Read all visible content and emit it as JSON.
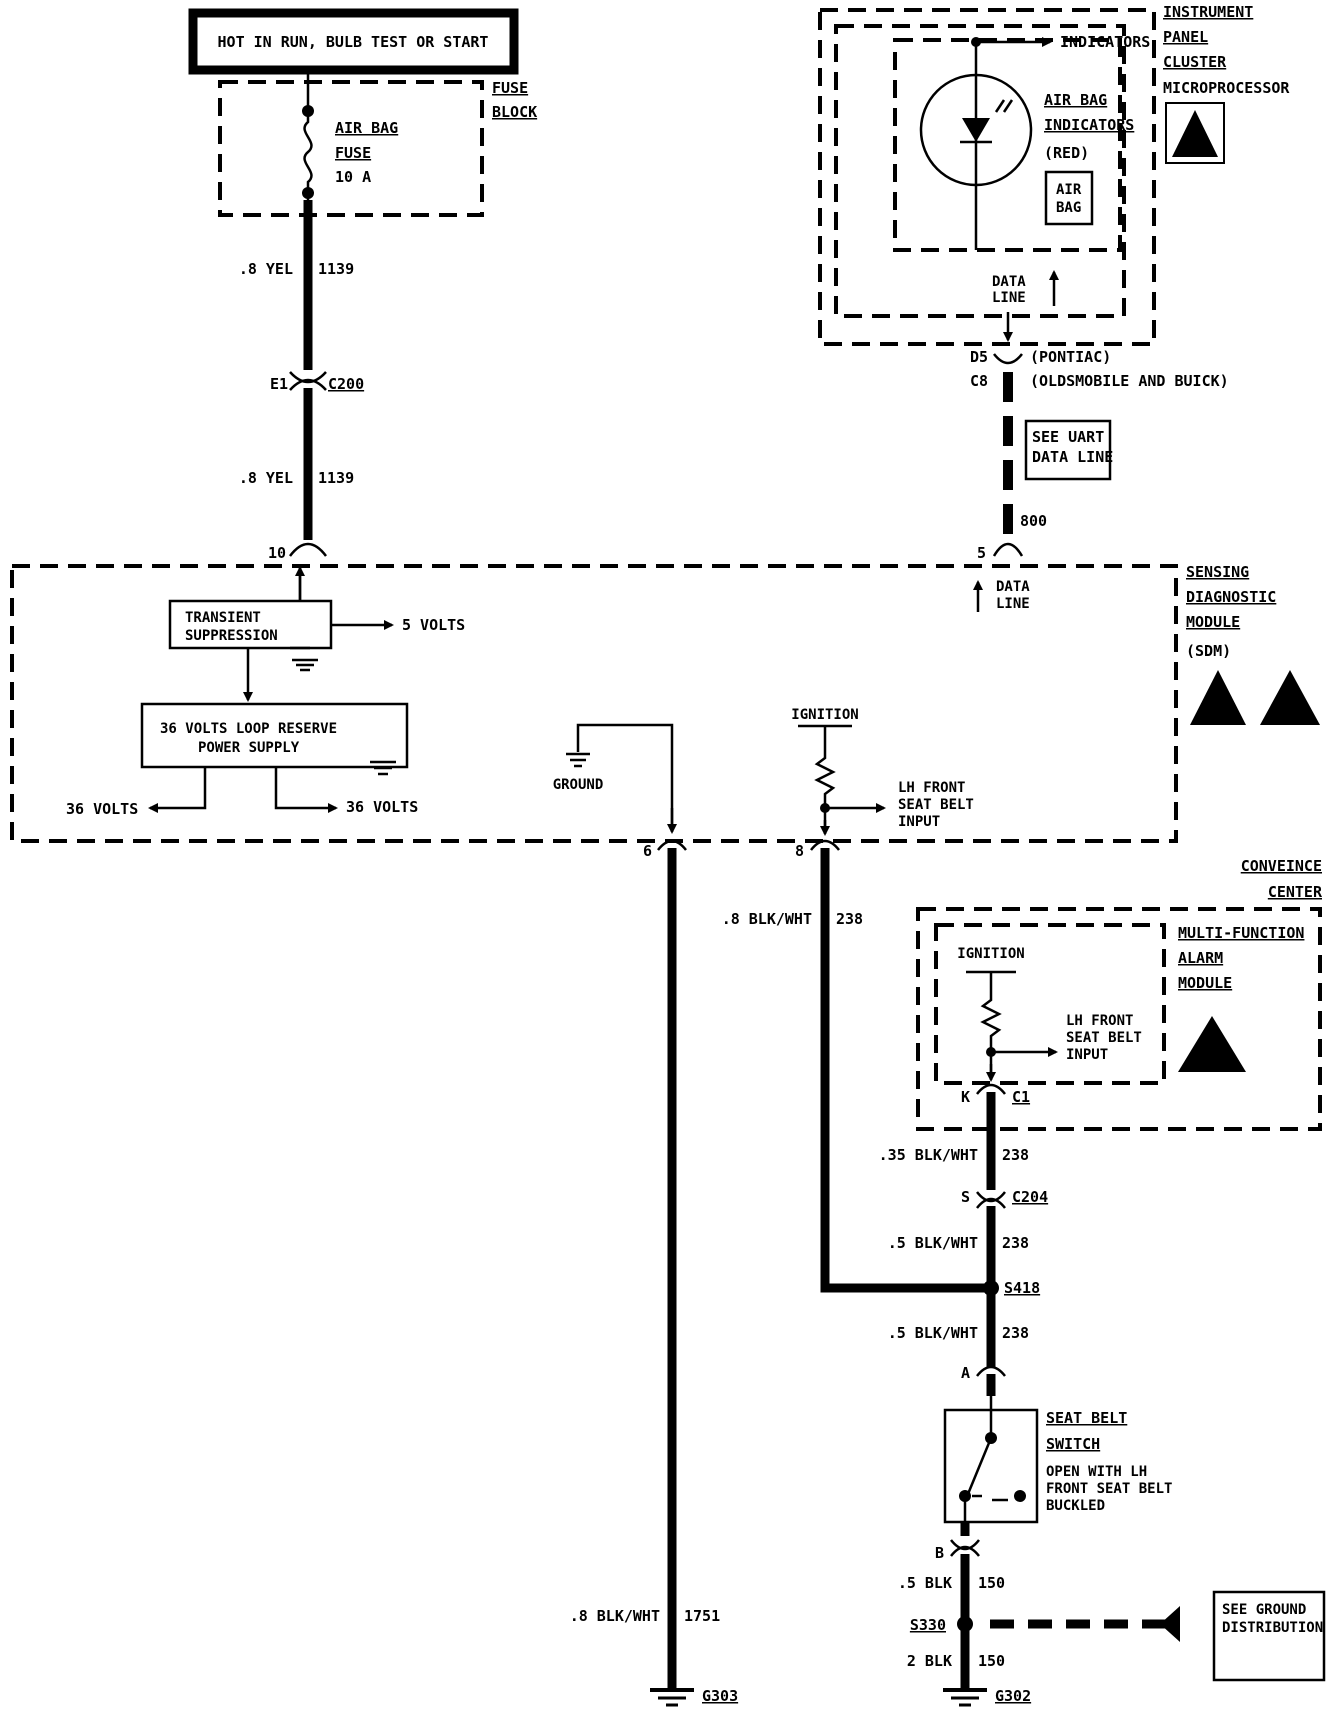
{
  "power": {
    "title": "HOT IN RUN, BULB TEST OR START"
  },
  "fuse_block": {
    "label_line1": "FUSE",
    "label_line2": "BLOCK",
    "fuse_line1": "AIR BAG",
    "fuse_line2": "FUSE",
    "fuse_rating": "10 A"
  },
  "wires": {
    "w1139_top_size": ".8 YEL",
    "w1139_top_num": "1139",
    "w1139_bot_size": ".8 YEL",
    "w1139_bot_num": "1139",
    "w238_a_size": ".8 BLK/WHT",
    "w238_a_num": "238",
    "w238_b_size": ".35 BLK/WHT",
    "w238_b_num": "238",
    "w238_c_size": ".5 BLK/WHT",
    "w238_c_num": "238",
    "w238_d_size": ".5 BLK/WHT",
    "w238_d_num": "238",
    "w150_a_size": ".5 BLK",
    "w150_a_num": "150",
    "w150_b_size": "2 BLK",
    "w150_b_num": "150",
    "w1751_size": ".8 BLK/WHT",
    "w1751_num": "1751",
    "w800_num": "800"
  },
  "connectors": {
    "c200_pin": "E1",
    "c200_name": "C200",
    "sdm_pin10": "10",
    "sdm_pin5": "5",
    "sdm_pin6": "6",
    "sdm_pin8": "8",
    "ipc_pin_d5": "D5",
    "ipc_pin_c8": "C8",
    "ipc_pontiac": "(PONTIAC)",
    "ipc_olds": "(OLDSMOBILE AND BUICK)",
    "c1_pin": "K",
    "c1_name": "C1",
    "c204_pin": "S",
    "c204_name": "C204",
    "switch_pin_a": "A",
    "switch_pin_b": "B",
    "s418": "S418",
    "s330": "S330",
    "g303": "G303",
    "g302": "G302"
  },
  "ipc": {
    "label_line1": "INSTRUMENT",
    "label_line2": "PANEL",
    "label_line3": "CLUSTER",
    "label_line4": "MICROPROCESSOR",
    "indicators": "INDICATORS",
    "airbag_ind1": "AIR BAG",
    "airbag_ind2": "INDICATORS",
    "airbag_ind3": "(RED)",
    "airbag_box1": "AIR",
    "airbag_box2": "BAG",
    "data1": "DATA",
    "data2": "LINE"
  },
  "uart": {
    "line1": "SEE UART",
    "line2": "DATA LINE"
  },
  "sdm": {
    "label_line1": "SENSING",
    "label_line2": "DIAGNOSTIC",
    "label_line3": "MODULE",
    "label_line4": "(SDM)",
    "transient1": "TRANSIENT",
    "transient2": "SUPPRESSION",
    "five_volts": "5 VOLTS",
    "reserve1": "36 VOLTS LOOP RESERVE",
    "reserve2": "POWER SUPPLY",
    "v36_left": "36 VOLTS",
    "v36_right": "36 VOLTS",
    "ground": "GROUND",
    "ignition": "IGNITION",
    "lh1": "LH FRONT",
    "lh2": "SEAT BELT",
    "lh3": "INPUT",
    "data1": "DATA",
    "data2": "LINE"
  },
  "convenience": {
    "label_line1": "CONVEINCE",
    "label_line2": "CENTER",
    "mod_line1": "MULTI-FUNCTION",
    "mod_line2": "ALARM",
    "mod_line3": "MODULE",
    "ignition": "IGNITION",
    "lh1": "LH FRONT",
    "lh2": "SEAT BELT",
    "lh3": "INPUT"
  },
  "seatbelt": {
    "label_line1": "SEAT BELT",
    "label_line2": "SWITCH",
    "desc1": "OPEN WITH LH",
    "desc2": "FRONT SEAT BELT",
    "desc3": "BUCKLED"
  },
  "ground_dist": {
    "line1": "SEE GROUND",
    "line2": "DISTRIBUTION"
  }
}
